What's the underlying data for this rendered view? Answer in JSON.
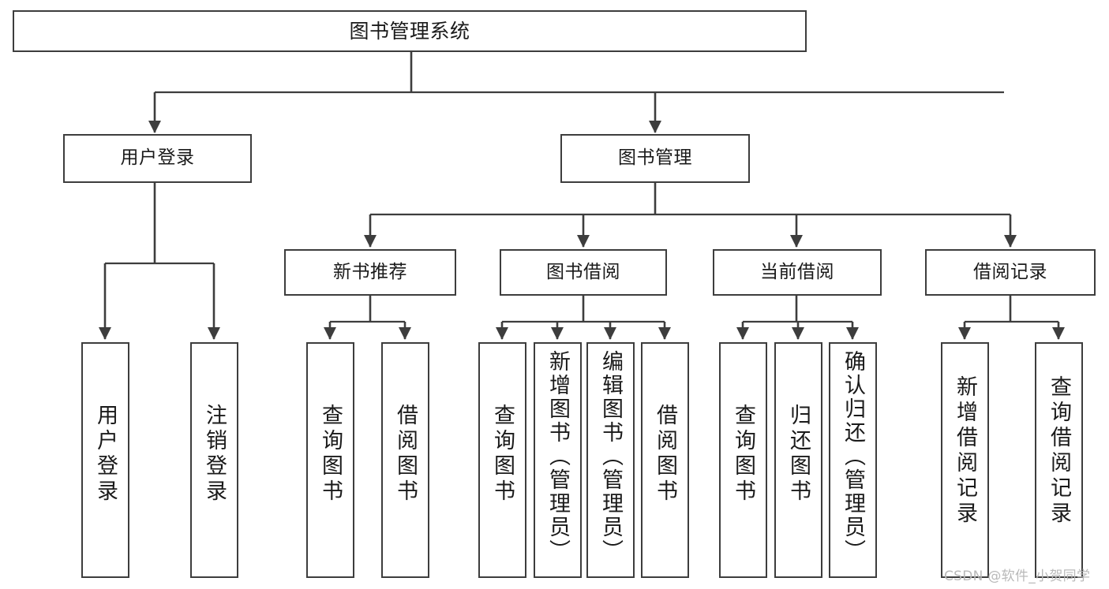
{
  "diagram": {
    "type": "tree",
    "title": "图书管理系统",
    "levels": 4,
    "orientation": "top-down",
    "colors": {
      "background": "#ffffff",
      "node_border": "#3d3d3d",
      "node_fill": "#ffffff",
      "edge": "#3d3d3d",
      "text": "#1a1a1a",
      "watermark": "#b9b9b9"
    }
  },
  "nodes": {
    "root": {
      "label": "图书管理系统"
    },
    "level2": [
      {
        "id": "user-login",
        "label": "用户登录"
      },
      {
        "id": "book-management",
        "label": "图书管理"
      }
    ],
    "level3": [
      {
        "id": "new-book-recommend",
        "label": "新书推荐"
      },
      {
        "id": "book-borrow",
        "label": "图书借阅"
      },
      {
        "id": "current-borrow",
        "label": "当前借阅"
      },
      {
        "id": "borrow-record",
        "label": "借阅记录"
      }
    ],
    "leaves": {
      "user_login": [
        {
          "id": "leaf-user-login",
          "label": "用户登录"
        },
        {
          "id": "leaf-logout",
          "label": "注销登录"
        }
      ],
      "new_book_recommend": [
        {
          "id": "leaf-query-book-1",
          "label": "查询图书"
        },
        {
          "id": "leaf-borrow-book-1",
          "label": "借阅图书"
        }
      ],
      "book_borrow": [
        {
          "id": "leaf-query-book-2",
          "label": "查询图书"
        },
        {
          "id": "leaf-add-book",
          "label": "新增图书（管理员）"
        },
        {
          "id": "leaf-edit-book",
          "label": "编辑图书（管理员）"
        },
        {
          "id": "leaf-borrow-book-2",
          "label": "借阅图书"
        }
      ],
      "current_borrow": [
        {
          "id": "leaf-query-book-3",
          "label": "查询图书"
        },
        {
          "id": "leaf-return-book",
          "label": "归还图书"
        },
        {
          "id": "leaf-confirm-return",
          "label": "确认归还（管理员）"
        }
      ],
      "borrow_record": [
        {
          "id": "leaf-add-record",
          "label": "新增借阅记录"
        },
        {
          "id": "leaf-query-record",
          "label": "查询借阅记录"
        }
      ]
    }
  },
  "watermark": {
    "text": "CSDN @软件_小贺同学"
  }
}
